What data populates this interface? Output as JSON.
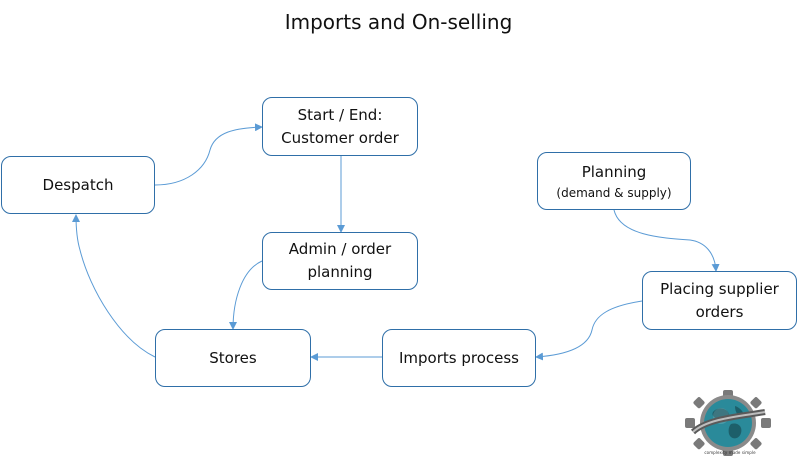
{
  "title": "Imports and On-selling",
  "nodes": {
    "start": {
      "line1": "Start / End:",
      "line2": "Customer order"
    },
    "despatch": {
      "label": "Despatch"
    },
    "admin": {
      "line1": "Admin / order",
      "line2": "planning"
    },
    "planning": {
      "line1": "Planning",
      "line2": "(demand & supply)"
    },
    "placing": {
      "line1": "Placing supplier",
      "line2": "orders"
    },
    "stores": {
      "label": "Stores"
    },
    "imports": {
      "label": "Imports process"
    }
  },
  "logo": {
    "caption": "complexity made simple",
    "icon": "globe-gear-icon"
  },
  "colors": {
    "border": "#2f6fa8",
    "arrow": "#5b9bd5",
    "globe": "#2a8a9a",
    "gear": "#7a7a7a"
  }
}
